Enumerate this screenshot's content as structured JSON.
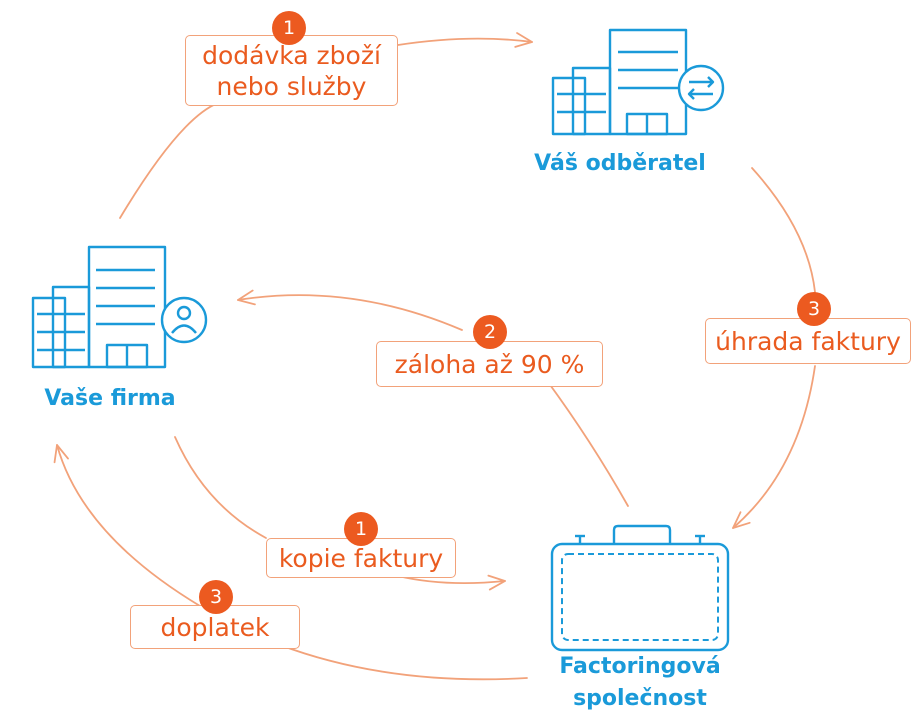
{
  "colors": {
    "accent_orange": "#ec5a20",
    "arrow_line": "#f2a27a",
    "label_text": "#ea5b1f",
    "icon_blue": "#1a9ad9"
  },
  "entities": {
    "your_firm": "Vaše firma",
    "customer": "Váš odběratel",
    "factoring_line1": "Factoringová",
    "factoring_line2": "společnost"
  },
  "steps": {
    "delivery": {
      "number": "1",
      "line1": "dodávka zboží",
      "line2": "nebo služby"
    },
    "invoice_copy": {
      "number": "1",
      "text": "kopie faktury"
    },
    "advance": {
      "number": "2",
      "text": "záloha až 90 %"
    },
    "invoice_payment": {
      "number": "3",
      "text": "úhrada faktury"
    },
    "surcharge": {
      "number": "3",
      "text": "doplatek"
    }
  },
  "icons": {
    "your_firm": "building-user-icon",
    "customer": "building-exchange-icon",
    "factoring": "briefcase-icon"
  }
}
